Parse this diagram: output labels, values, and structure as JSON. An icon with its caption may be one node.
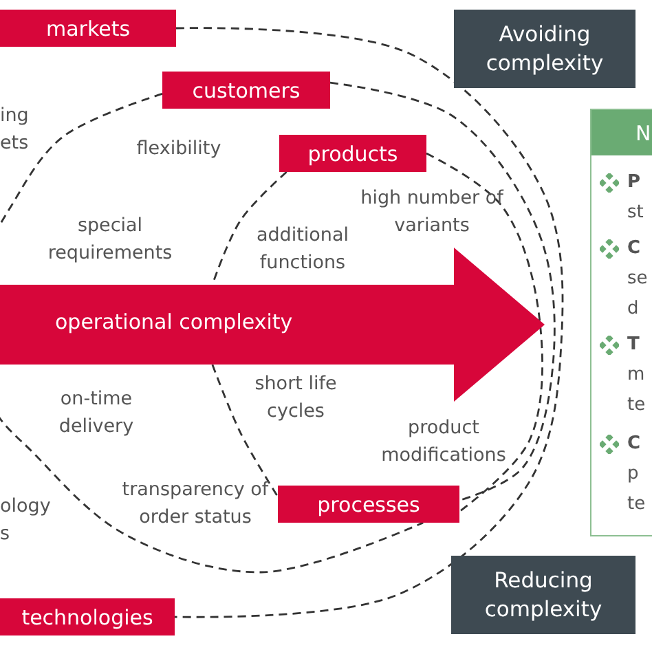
{
  "diagram": {
    "nodes": [
      {
        "text": [
          "markets"
        ]
      },
      {
        "text": [
          "customers"
        ]
      },
      {
        "text": [
          "products"
        ]
      },
      {
        "text": [
          "operational complexity"
        ]
      },
      {
        "text": [
          "processes"
        ]
      },
      {
        "text": [
          "technologies"
        ]
      },
      {
        "text": [
          "Avoiding complexity"
        ]
      },
      {
        "text": [
          "Reducing complexity"
        ]
      },
      {
        "text": [
          "N",
          "**P** st",
          "**C** se d",
          "**T** m te",
          "**C** p te"
        ]
      }
    ],
    "edges": [
      {
        "from": 0,
        "to": 5,
        "arrow": "none",
        "style": "dashed"
      },
      {
        "from": 1,
        "to": 4,
        "arrow": "none",
        "style": "dashed"
      },
      {
        "from": 1,
        "to": 4,
        "arrow": "none",
        "style": "dashed"
      },
      {
        "from": 2,
        "to": 3,
        "arrow": "none",
        "style": "dashed"
      },
      {
        "from": 3,
        "to": 4,
        "arrow": "none",
        "style": "dashed"
      },
      {
        "from": 2,
        "to": 4,
        "arrow": "none",
        "style": "dashed"
      }
    ],
    "labels": [
      "ing ets",
      "flexibility",
      "high number of variants",
      "special requirements",
      "additional functions",
      "on-time delivery",
      "short life cycles",
      "product modifications",
      "ology s",
      "transparency of order status"
    ]
  }
}
